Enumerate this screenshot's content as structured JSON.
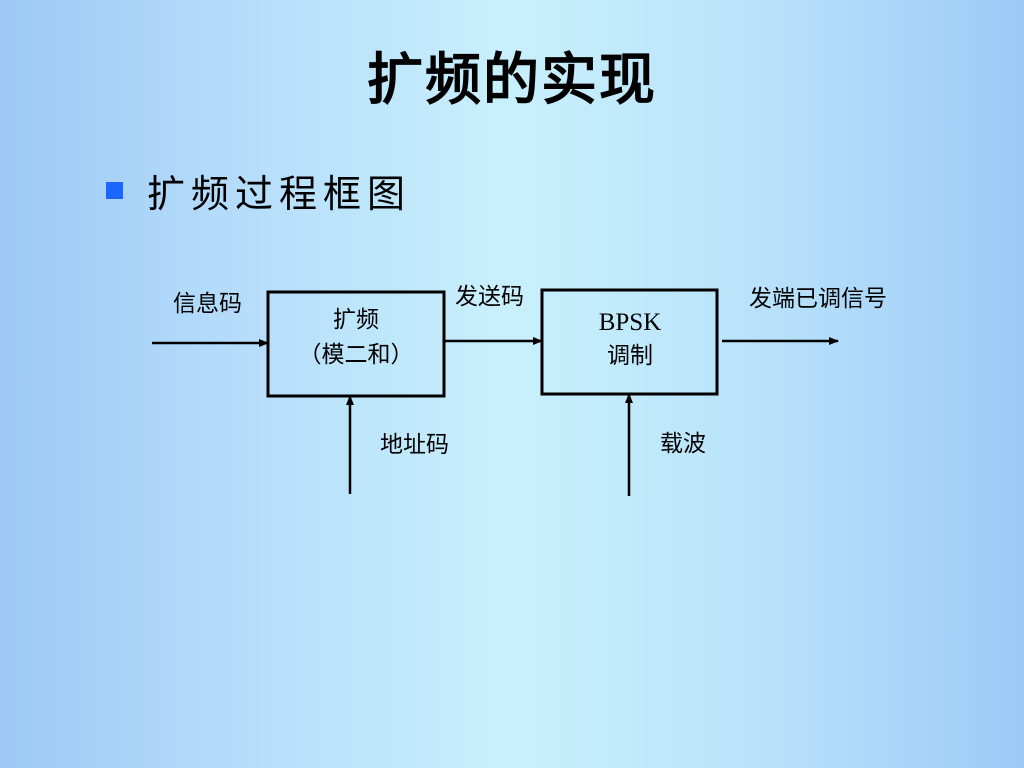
{
  "slide": {
    "title": "扩频的实现",
    "bullet": "扩频过程框图"
  },
  "diagram": {
    "labels": {
      "info_code": "信息码",
      "send_code": "发送码",
      "output": "发端已调信号",
      "address_code": "地址码",
      "carrier": "载波"
    },
    "spread_block": {
      "line1": "扩频",
      "line2": "（模二和）"
    },
    "bpsk_block": {
      "line1": "BPSK",
      "line2": "调制"
    }
  },
  "colors": {
    "bullet": "#1a66ff",
    "background_edge": "#9cc8f6",
    "background_center": "#c8f0fc"
  }
}
